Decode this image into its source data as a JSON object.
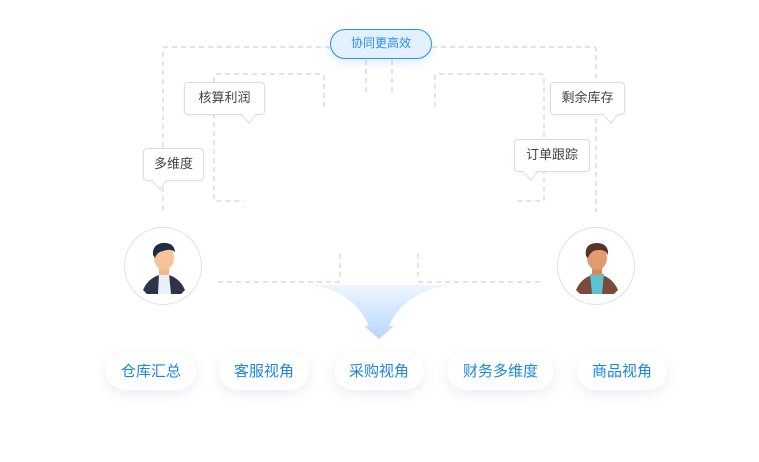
{
  "center_label": "协同更高效",
  "bubbles": {
    "profit": "核算利润",
    "multi_dim": "多维度",
    "stock": "剩余库存",
    "order": "订单跟踪"
  },
  "avatars": {
    "left": "person-dark-jacket",
    "right": "person-brown-jacket"
  },
  "chips": [
    {
      "label": "仓库汇总"
    },
    {
      "label": "客服视角"
    },
    {
      "label": "采购视角"
    },
    {
      "label": "财务多维度"
    },
    {
      "label": "商品视角"
    }
  ],
  "colors": {
    "accent": "#2b8ef0",
    "chip_text": "#1a86e6",
    "dash": "#c8c8c8",
    "arrow": "#bcd9ff"
  }
}
